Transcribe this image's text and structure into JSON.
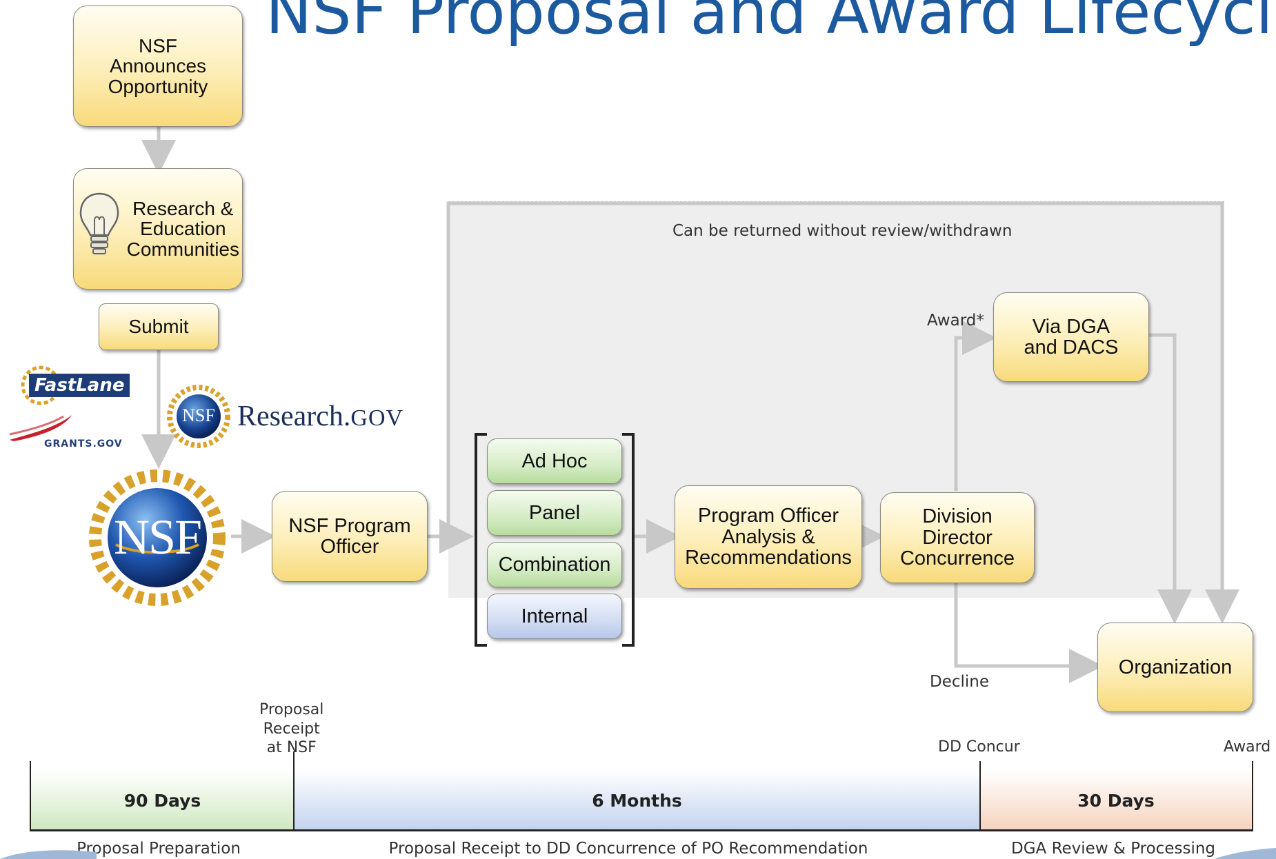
{
  "title": "NSF Proposal and Award Lifecycle",
  "nodes": {
    "announce": "NSF\nAnnounces\nOpportunity",
    "communities": "Research &\nEducation\nCommunities",
    "submit": "Submit",
    "program_officer": "NSF Program\nOfficer",
    "ad_hoc": "Ad Hoc",
    "panel": "Panel",
    "combination": "Combination",
    "internal": "Internal",
    "analysis": "Program Officer\nAnalysis &\nRecommendations",
    "dd_concurrence": "Division\nDirector\nConcurrence",
    "via_dga": "Via DGA\nand DACS",
    "organization": "Organization"
  },
  "labels": {
    "returned": "Can be returned without review/withdrawn",
    "award_star": "Award*",
    "decline": "Decline"
  },
  "logos": {
    "fastlane": "FastLane",
    "grants_gov": "GRANTS.GOV",
    "research_gov_main": "Research.",
    "research_gov_suffix": "GOV",
    "nsf_seal_small": "NSF",
    "nsf_seal_large": "NSF"
  },
  "timeline": {
    "milestones": {
      "receipt": "Proposal\nReceipt\nat NSF",
      "dd_concur": "DD Concur",
      "award": "Award"
    },
    "segments": [
      {
        "duration": "90 Days",
        "phase": "Proposal Preparation",
        "color": "#cfe8c0"
      },
      {
        "duration": "6 Months",
        "phase": "Proposal Receipt to DD Concurrence of PO Recommendation",
        "color": "#c2d2ee"
      },
      {
        "duration": "30 Days",
        "phase": "DGA Review & Processing",
        "color": "#f6d3bd"
      }
    ]
  },
  "colors": {
    "title": "#1c5aa0",
    "box_fill": "#fce9a8",
    "connector": "#c8c8c8"
  }
}
